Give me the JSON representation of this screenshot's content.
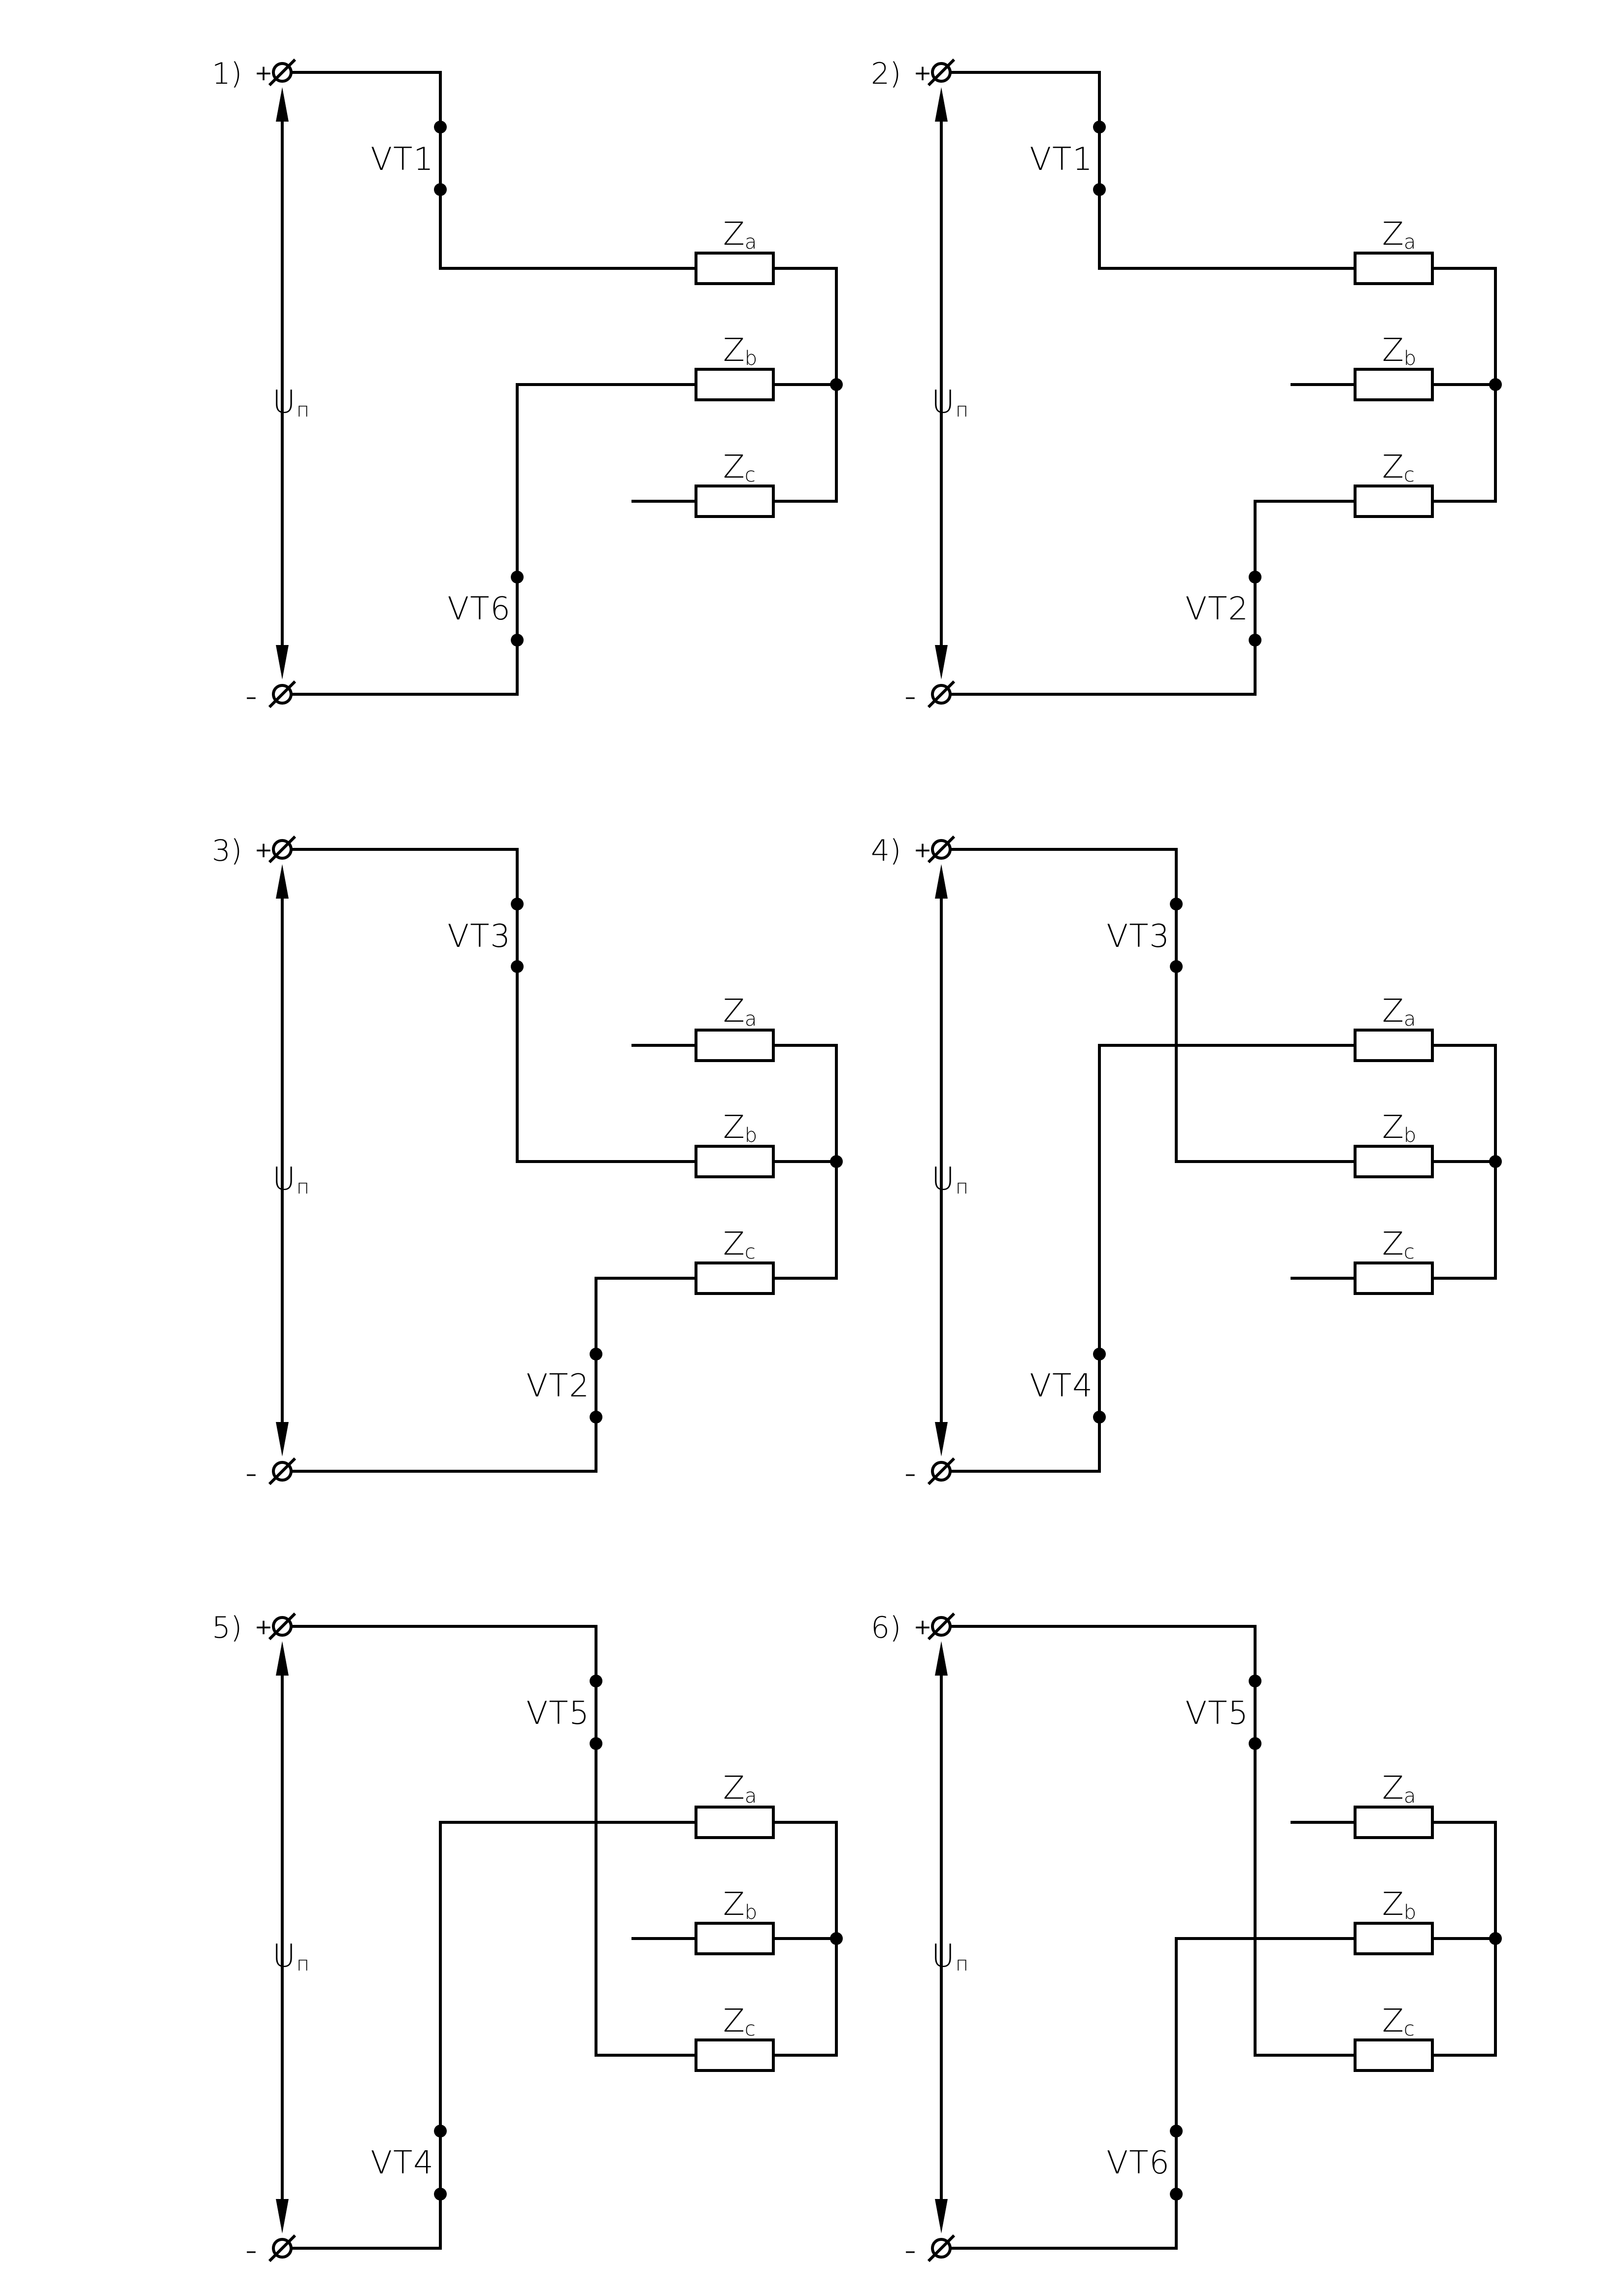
{
  "supply_label": {
    "letter": "U",
    "sub": "п"
  },
  "plus_sign": "+",
  "minus_sign": "–",
  "loads": [
    {
      "letter": "Z",
      "sub": "a"
    },
    {
      "letter": "Z",
      "sub": "b"
    },
    {
      "letter": "Z",
      "sub": "c"
    }
  ],
  "panels": [
    {
      "number": "1)",
      "upper_switch": "VT1",
      "lower_switch": "VT6",
      "upper_phase": 0,
      "lower_phase": 1
    },
    {
      "number": "2)",
      "upper_switch": "VT1",
      "lower_switch": "VT2",
      "upper_phase": 0,
      "lower_phase": 2
    },
    {
      "number": "3)",
      "upper_switch": "VT3",
      "lower_switch": "VT2",
      "upper_phase": 1,
      "lower_phase": 2
    },
    {
      "number": "4)",
      "upper_switch": "VT3",
      "lower_switch": "VT4",
      "upper_phase": 1,
      "lower_phase": 0
    },
    {
      "number": "5)",
      "upper_switch": "VT5",
      "lower_switch": "VT4",
      "upper_phase": 2,
      "lower_phase": 0
    },
    {
      "number": "6)",
      "upper_switch": "VT5",
      "lower_switch": "VT6",
      "upper_phase": 2,
      "lower_phase": 1
    }
  ]
}
